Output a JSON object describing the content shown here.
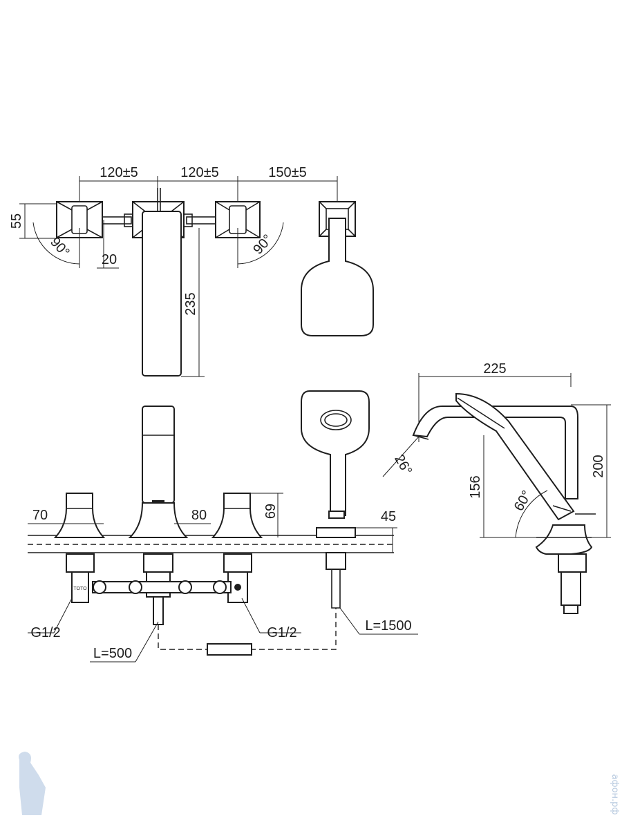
{
  "dimensions": {
    "top_spacing_1": "120±5",
    "top_spacing_2": "120±5",
    "top_spacing_3": "150±5",
    "handle_depth": "55",
    "rotation_left": "90°",
    "rotation_right": "90°",
    "offset": "20",
    "spout_length": "235",
    "left_body_dia": "70",
    "spout_body_dia": "80",
    "handle_height": "69",
    "deck_thickness": "45",
    "side_width": "225",
    "side_height": "200",
    "holder_height": "156",
    "angle_26": "26°",
    "angle_60": "60°",
    "thread_left": "G1/2",
    "thread_right": "G1/2",
    "hose_short": "L=500",
    "hose_long": "L=1500"
  },
  "brand_mark": "TOTO",
  "watermark": "афон.рф",
  "colors": {
    "line": "#1e1e1e",
    "watermark": "#b9cbe0"
  }
}
